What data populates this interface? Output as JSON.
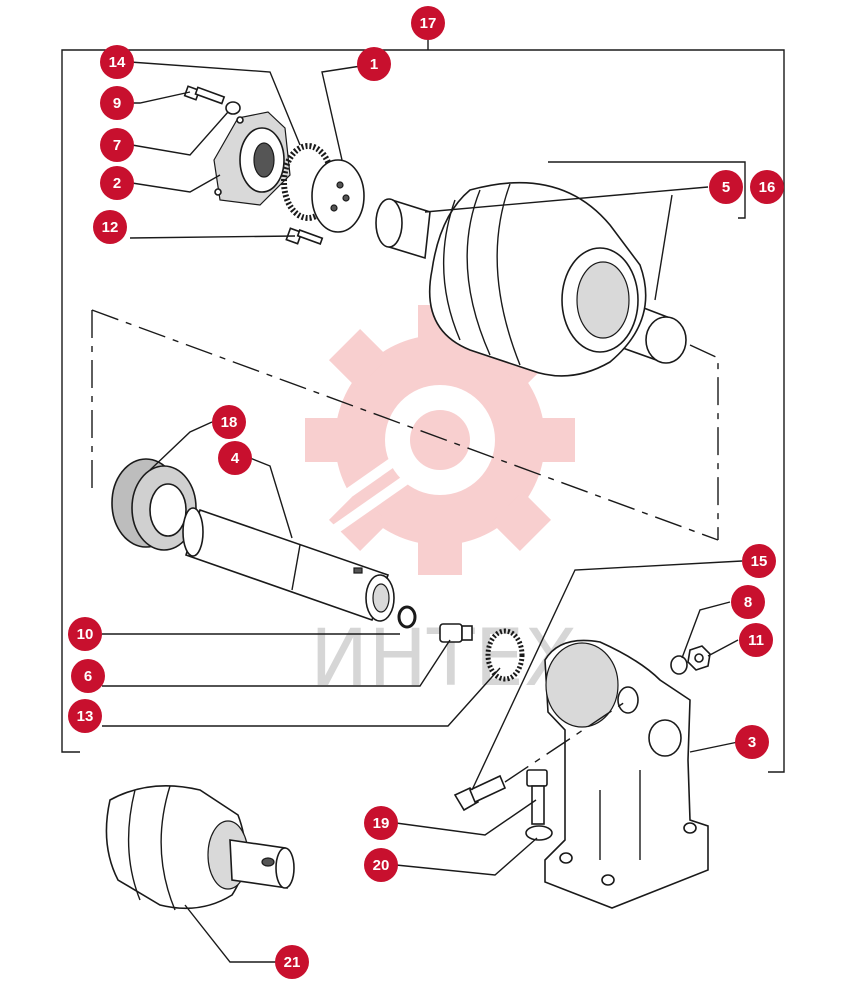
{
  "colors": {
    "callout": "#c8102e",
    "watermark": "#f3b5b5",
    "line": "#1a1a1a"
  },
  "watermark": {
    "logo_icon": "gear-logo-icon",
    "text": "ИНТЕХ"
  },
  "callouts": [
    {
      "id": "c1",
      "label": "1"
    },
    {
      "id": "c2",
      "label": "2"
    },
    {
      "id": "c3",
      "label": "3"
    },
    {
      "id": "c4",
      "label": "4"
    },
    {
      "id": "c5",
      "label": "5"
    },
    {
      "id": "c6",
      "label": "6"
    },
    {
      "id": "c7",
      "label": "7"
    },
    {
      "id": "c8",
      "label": "8"
    },
    {
      "id": "c9",
      "label": "9"
    },
    {
      "id": "c10",
      "label": "10"
    },
    {
      "id": "c11",
      "label": "11"
    },
    {
      "id": "c12",
      "label": "12"
    },
    {
      "id": "c13",
      "label": "13"
    },
    {
      "id": "c14",
      "label": "14"
    },
    {
      "id": "c15",
      "label": "15"
    },
    {
      "id": "c16",
      "label": "16"
    },
    {
      "id": "c17",
      "label": "17"
    },
    {
      "id": "c18",
      "label": "18"
    },
    {
      "id": "c19",
      "label": "19"
    },
    {
      "id": "c20",
      "label": "20"
    },
    {
      "id": "c21",
      "label": "21"
    }
  ]
}
